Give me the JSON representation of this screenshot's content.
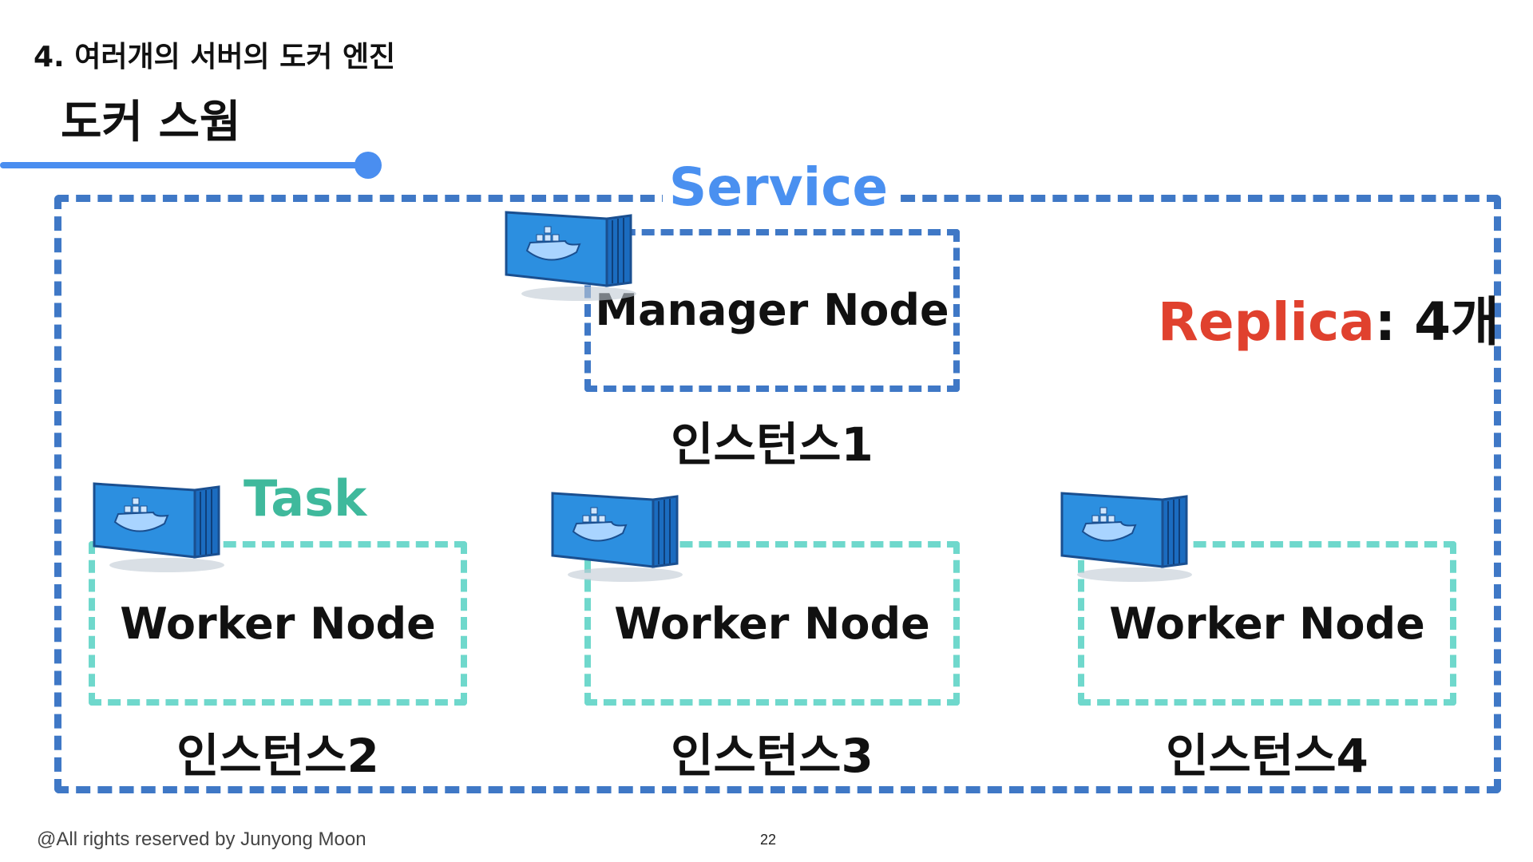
{
  "slide": {
    "subtitle": "4. 여러개의 서버의 도커 엔진",
    "title": "도커 스웜"
  },
  "diagram": {
    "service_label": "Service",
    "task_label": "Task",
    "replica": {
      "label": "Replica",
      "value": ": 4개"
    },
    "manager": {
      "label": "Manager Node",
      "instance": "인스턴스1"
    },
    "workers": [
      {
        "label": "Worker Node",
        "instance": "인스턴스2"
      },
      {
        "label": "Worker Node",
        "instance": "인스턴스3"
      },
      {
        "label": "Worker Node",
        "instance": "인스턴스4"
      }
    ],
    "icons": [
      "docker-container-icon"
    ]
  },
  "colors": {
    "title_rule": "#4a8ef0",
    "service": "#4a90f0",
    "service_border": "#3f78c6",
    "task": "#3fb99c",
    "worker_border": "#6fd8cc",
    "replica": "#e0412e"
  },
  "footer": {
    "copyright": "@All rights reserved by Junyong Moon",
    "page_number": "22"
  }
}
